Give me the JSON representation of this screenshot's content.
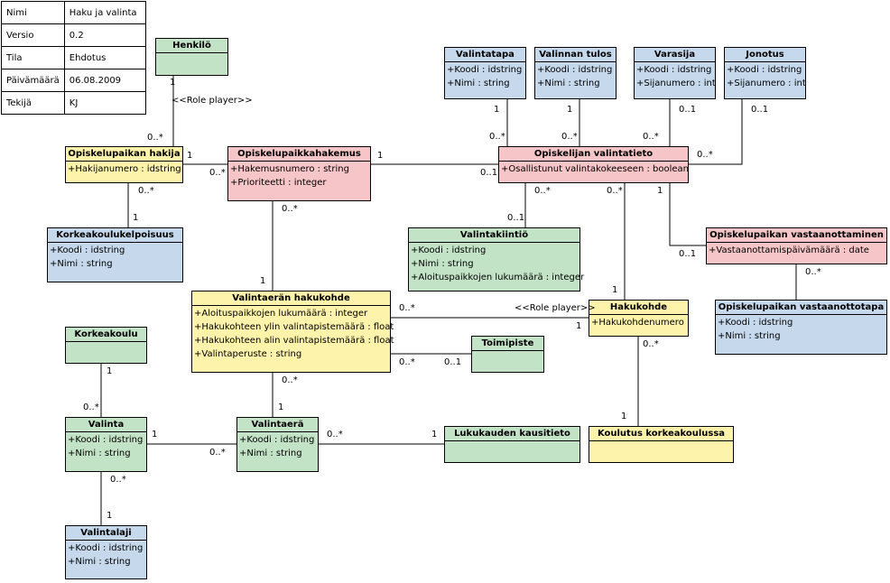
{
  "meta": [
    {
      "key": "Nimi",
      "value": "Haku ja valinta"
    },
    {
      "key": "Versio",
      "value": "0.2"
    },
    {
      "key": "Tila",
      "value": "Ehdotus"
    },
    {
      "key": "Päivämäärä",
      "value": "06.08.2009"
    },
    {
      "key": "Tekijä",
      "value": "KJ"
    }
  ],
  "classes": {
    "henkilo": {
      "name": "Henkilö",
      "attrs": []
    },
    "valintatapa": {
      "name": "Valintatapa",
      "attrs": [
        "+Koodi : idstring",
        "+Nimi : string"
      ]
    },
    "valinnan_tulos": {
      "name": "Valinnan tulos",
      "attrs": [
        "+Koodi : idstring",
        "+Nimi : string"
      ]
    },
    "varasija": {
      "name": "Varasija",
      "attrs": [
        "+Koodi : idstring",
        "+Sijanumero : int"
      ]
    },
    "jonotus": {
      "name": "Jonotus",
      "attrs": [
        "+Koodi : idstring",
        "+Sijanumero : int"
      ]
    },
    "hakija": {
      "name": "Opiskelupaikan hakija",
      "attrs": [
        "+Hakijanumero : idstring"
      ]
    },
    "hakemus": {
      "name": "Opiskelupaikkahakemus",
      "attrs": [
        "+Hakemusnumero : string",
        "+Prioriteetti : integer"
      ]
    },
    "valintatieto": {
      "name": "Opiskelijan valintatieto",
      "attrs": [
        "+Osallistunut valintakokeeseen : boolean"
      ]
    },
    "kelpoisuus": {
      "name": "Korkeakoulukelpoisuus",
      "attrs": [
        "+Koodi : idstring",
        "+Nimi : string"
      ]
    },
    "kiintio": {
      "name": "Valintakiintiö",
      "attrs": [
        "+Koodi : idstring",
        "+Nimi : string",
        "+Aloituspaikkojen lukumäärä : integer"
      ]
    },
    "vastaanottaminen": {
      "name": "Opiskelupaikan vastaanottaminen",
      "attrs": [
        "+Vastaanottamispäivämäärä : date"
      ]
    },
    "vastaanottotapa": {
      "name": "Opiskelupaikan vastaanottotapa",
      "attrs": [
        "+Koodi : idstring",
        "+Nimi : string"
      ]
    },
    "hakukohde_va": {
      "name": "Valintaerän hakukohde",
      "attrs": [
        "+Aloituspaikkojen lukumäärä : integer",
        "+Hakukohteen ylin valintapistemäärä : float",
        "+Hakukohteen alin valintapistemäärä : float",
        "+Valintaperuste : string"
      ]
    },
    "hakukohde": {
      "name": "Hakukohde",
      "attrs": [
        "+Hakukohdenumero"
      ]
    },
    "toimipiste": {
      "name": "Toimipiste",
      "attrs": []
    },
    "korkeakoulu": {
      "name": "Korkeakoulu",
      "attrs": []
    },
    "valinta": {
      "name": "Valinta",
      "attrs": [
        "+Koodi : idstring",
        "+Nimi : string"
      ]
    },
    "valintaera": {
      "name": "Valintaerä",
      "attrs": [
        "+Koodi : idstring",
        "+Nimi : string"
      ]
    },
    "kausitieto": {
      "name": "Lukukauden kausitieto",
      "attrs": []
    },
    "koulutus": {
      "name": "Koulutus korkeakoulussa",
      "attrs": []
    },
    "valintalaji": {
      "name": "Valintalaji",
      "attrs": [
        "+Koodi : idstring",
        "+Nimi : string"
      ]
    }
  },
  "labels": {
    "m_1": "1",
    "m_01": "0..1",
    "m_0s": "0..*",
    "role": "<<Role player>>"
  }
}
